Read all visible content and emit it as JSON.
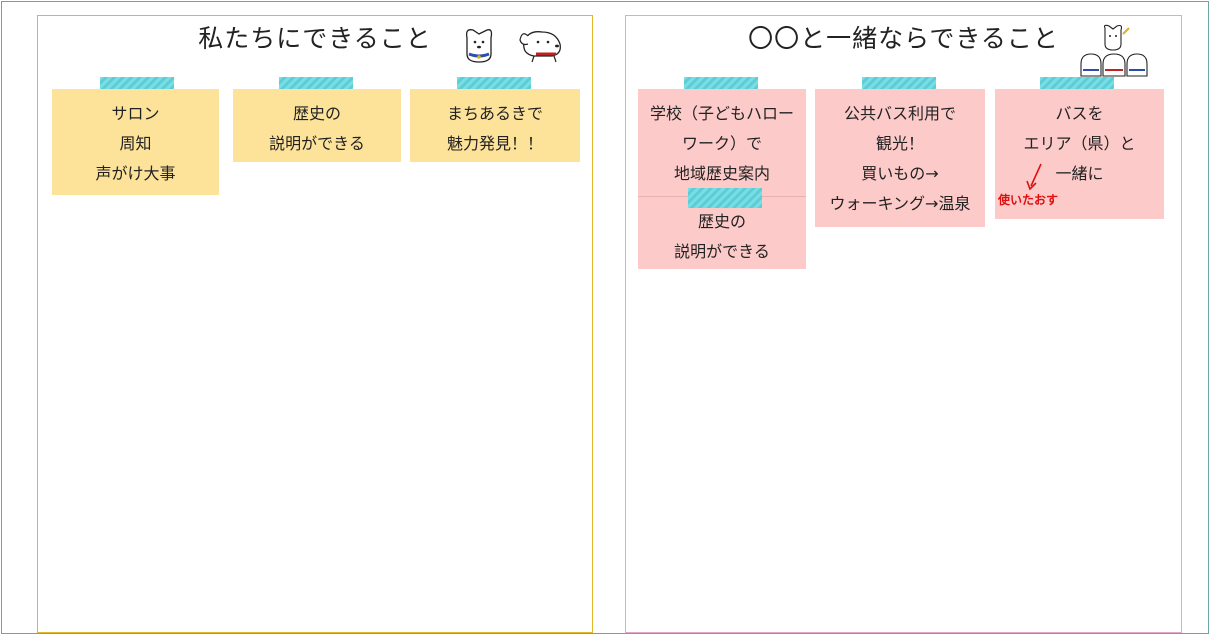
{
  "left_panel": {
    "title": "私たちにできること",
    "notes": [
      {
        "lines": [
          "サロン",
          "周知",
          "声がけ大事"
        ]
      },
      {
        "lines": [
          "歴史の",
          "説明ができる"
        ]
      },
      {
        "lines": [
          "まちあるきで",
          "魅力発見！！"
        ]
      }
    ]
  },
  "right_panel": {
    "title": "〇〇と一緒ならできること",
    "notes": [
      {
        "lines": [
          "学校（子どもハロー",
          "ワーク）で",
          "地域歴史案内"
        ]
      },
      {
        "lines": [
          "歴史の",
          "説明ができる"
        ]
      },
      {
        "lines": [
          "公共バス利用で",
          "観光！",
          "買いもの→",
          "ウォーキング→温泉"
        ]
      },
      {
        "lines": [
          "バスを",
          "エリア（県）と",
          "一緒に"
        ],
        "annotation": "使いたおす"
      }
    ]
  },
  "colors": {
    "left_border": "#e1b62a",
    "right_border": "#e6a6c8",
    "yellow_note": "#fde39a",
    "pink_note": "#fccbc9",
    "tape": "#79dde4",
    "annotation": "#e01010"
  }
}
